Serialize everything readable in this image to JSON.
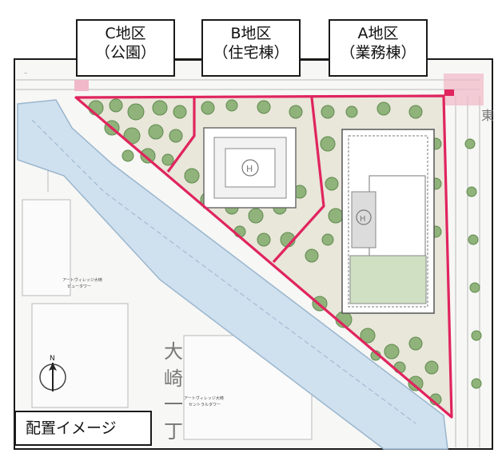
{
  "zones": {
    "c": {
      "line1": "C地区",
      "line2": "（公園）"
    },
    "b": {
      "line1": "B地区",
      "line2": "（住宅棟）"
    },
    "a": {
      "line1": "A地区",
      "line2": "（業務棟）"
    }
  },
  "caption": "配置イメージ",
  "map_text": {
    "east_char": "東",
    "district_chars": [
      "大",
      "崎",
      "一",
      "丁"
    ],
    "bldg_left": "アートヴィレッジ大崎",
    "bldg_left_sub": "ビュータワー",
    "bldg_bottom": "アートヴィレッジ大崎",
    "bldg_bottom_sub": "セントラルタワー",
    "north": "N"
  },
  "colors": {
    "boundary": "#e0245e",
    "river": "#cfe0ee",
    "tree": "#8fb37a",
    "ground": "#e9e6da"
  }
}
